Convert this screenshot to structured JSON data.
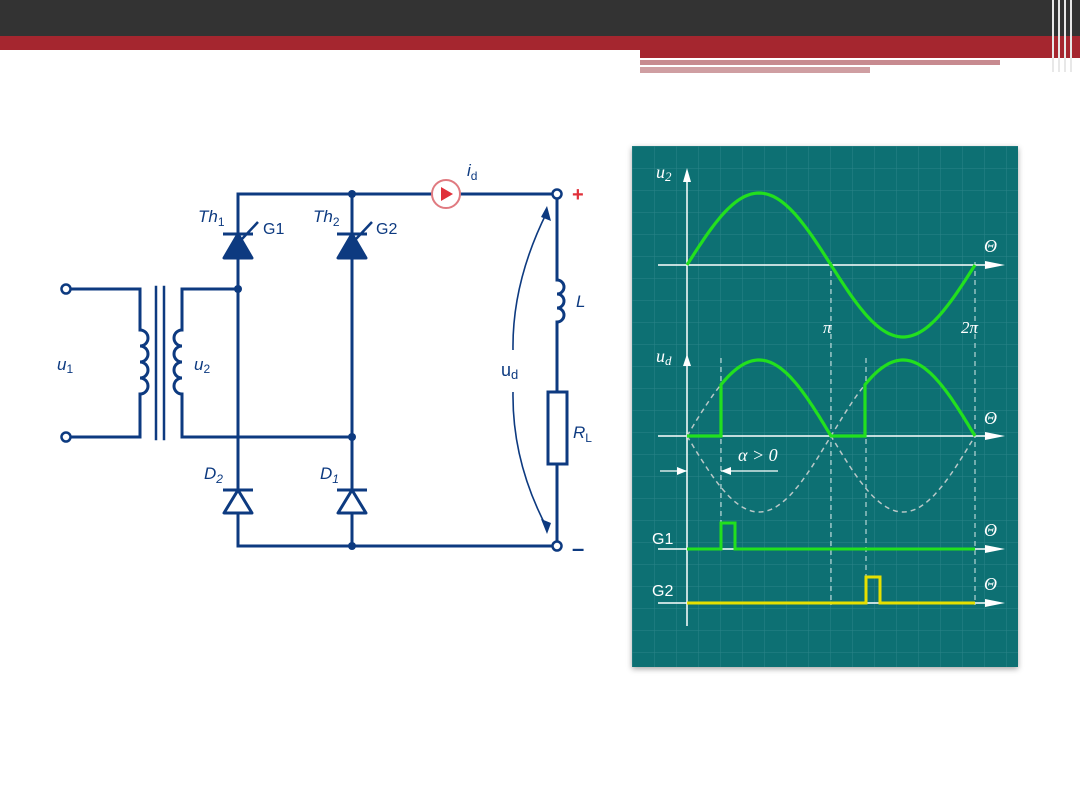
{
  "circuit": {
    "labels": {
      "id_main": "i",
      "id_sub": "d",
      "plus": "+",
      "minus": "–",
      "th1_main": "Th",
      "th1_sub": "1",
      "th2_main": "Th",
      "th2_sub": "2",
      "g1": "G1",
      "g2": "G2",
      "d2_main": "D",
      "d2_sub": "2",
      "d1_main": "D",
      "d1_sub": "1",
      "u1_main": "u",
      "u1_sub": "1",
      "u2_main": "u",
      "u2_sub": "2",
      "ud_main": "u",
      "ud_sub": "d",
      "L": "L",
      "RL_main": "R",
      "RL_sub": "L"
    }
  },
  "waveforms": {
    "u2_label_main": "u",
    "u2_label_sub": "2",
    "ud_label_main": "u",
    "ud_label_sub": "d",
    "theta": "Θ",
    "pi": "π",
    "two_pi": "2π",
    "alpha": "α > 0",
    "g1": "G1",
    "g2": "G2"
  },
  "colors": {
    "header_dark": "#333333",
    "header_red": "#a5262f",
    "circuit_blue": "#0d3a80",
    "scope_bg": "#0e6f73",
    "wave_green": "#22e01e",
    "wave_yellow": "#e6e000",
    "marker_red": "#e0303a"
  }
}
